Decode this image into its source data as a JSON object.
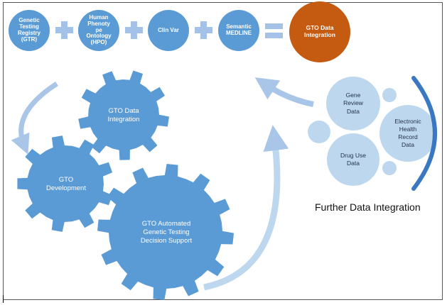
{
  "colors": {
    "blue": "#5b9bd5",
    "orange": "#c55a11",
    "light_blue": "#bdd7ee",
    "arrow_blue": "#a9c5e8",
    "dark_blue": "#3a78c2",
    "operator": "#a4c2e7"
  },
  "sources": [
    {
      "label": "Genetic\nTesting\nRegistry\n(GTR)"
    },
    {
      "label": "Human\nPhenoty\npe\nOntology\n(HPO)"
    },
    {
      "label": "Clin Var"
    },
    {
      "label": "Semantic\nMEDLINE"
    }
  ],
  "operators": [
    "plus-icon",
    "plus-icon",
    "plus-icon",
    "equals-icon"
  ],
  "result": {
    "label": "GTO Data\nIntegration"
  },
  "gears": [
    {
      "label": "GTO Data\nIntegration"
    },
    {
      "label": "GTO\nDevelopment"
    },
    {
      "label": "GTO Automated\nGenetic Testing\nDecision Support"
    }
  ],
  "data_sources": [
    {
      "label": "Gene\nReview\nData"
    },
    {
      "label": "Electronic\nHealth\nRecord\nData"
    },
    {
      "label": "Drug Use\nData"
    }
  ],
  "caption": "Further Data Integration"
}
